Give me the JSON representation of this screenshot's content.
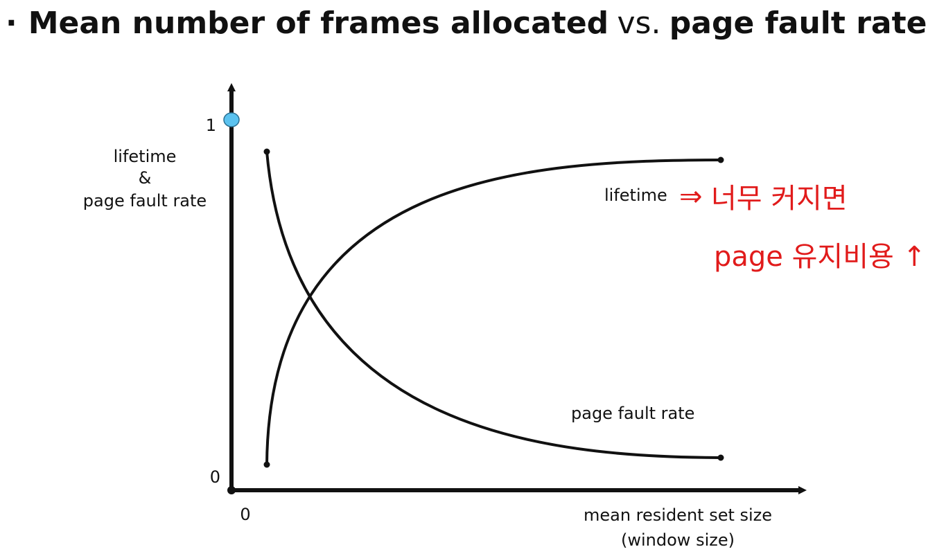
{
  "title": {
    "bullet": "·",
    "part1": "Mean number of frames allocated",
    "part2": "vs.",
    "part3": "page fault rate"
  },
  "diagram": {
    "y_axis_label_lines": [
      "lifetime",
      "&",
      "page fault rate"
    ],
    "y_tick_top": "1",
    "y_tick_bottom": "0",
    "x_tick_origin": "0",
    "x_axis_label_lines": [
      "mean resident set size",
      "(window size)"
    ],
    "curves": [
      {
        "label": "lifetime",
        "trend": "increasing"
      },
      {
        "label": "page fault rate",
        "trend": "decreasing"
      }
    ],
    "annotation": {
      "arrow": "⇒",
      "line1": "너무 커지면",
      "line2": "page 유지비용 ↑",
      "color": "#e11b1b"
    },
    "marker_color": "#5bc2ef"
  }
}
